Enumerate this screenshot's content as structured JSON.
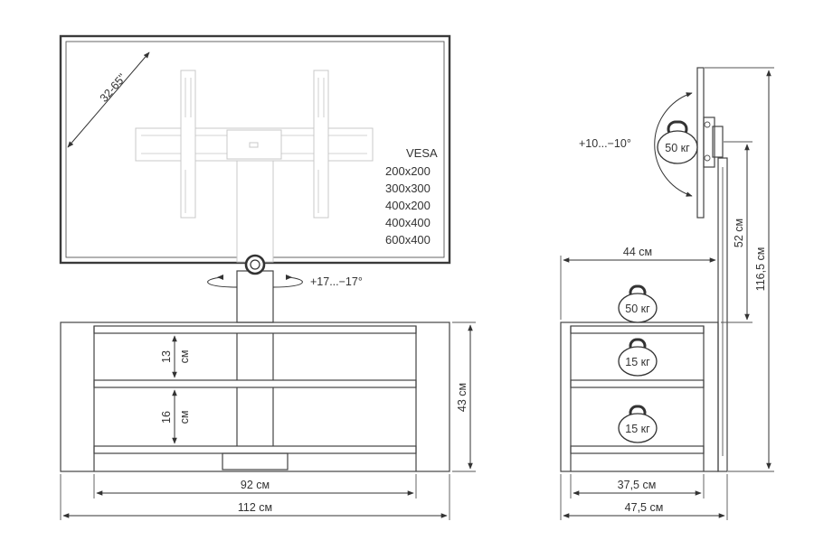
{
  "front": {
    "diagonal_label": "32-65\"",
    "vesa": {
      "title": "VESA",
      "sizes": [
        "200x200",
        "300x300",
        "400x200",
        "400x400",
        "600x400"
      ]
    },
    "swivel_label": "+17...−17°",
    "shelf_gap_upper": {
      "value": "13",
      "unit": "см"
    },
    "shelf_gap_lower": {
      "value": "16",
      "unit": "см"
    },
    "height_label": "43 см",
    "inner_width_label": "92 см",
    "outer_width_label": "112 см"
  },
  "side": {
    "tilt_label": "+10...−10°",
    "mount_load": "50 кг",
    "top_shelf_load": "50 кг",
    "middle_shelf_load": "15 кг",
    "bottom_shelf_load": "15 кг",
    "top_depth_label": "44 см",
    "mount_height_label": "52 см",
    "total_height_label": "116,5 см",
    "inner_depth_label": "37,5 см",
    "outer_depth_label": "47,5 см"
  }
}
